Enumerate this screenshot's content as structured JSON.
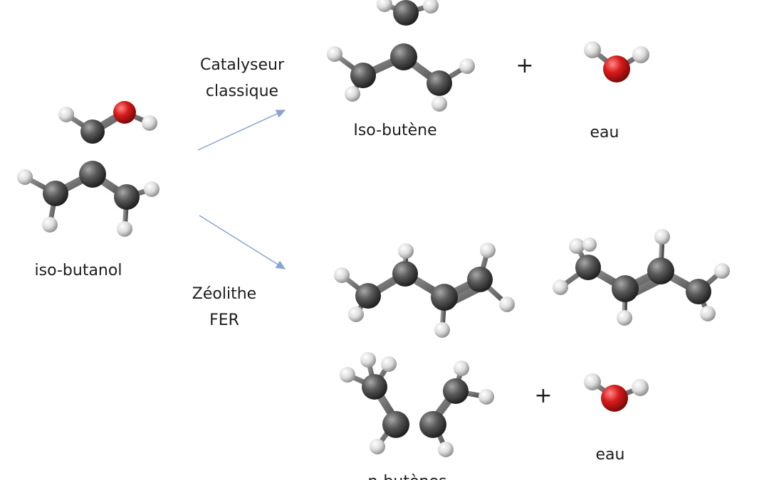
{
  "reactant": {
    "label": "iso-butanol"
  },
  "top_pathway": {
    "condition_line1": "Catalyseur",
    "condition_line2": "classique",
    "product_label": "Iso-butène",
    "plus": "+",
    "water_label": "eau"
  },
  "bottom_pathway": {
    "condition_line1": "Zéolithe",
    "condition_line2": "FER",
    "products_label": "n-butènes",
    "plus": "+",
    "water_label": "eau"
  },
  "colors": {
    "carbon": "#555555",
    "hydrogen": "#e6e6e6",
    "oxygen": "#d11a1a",
    "arrow": "#8aa4cf"
  }
}
